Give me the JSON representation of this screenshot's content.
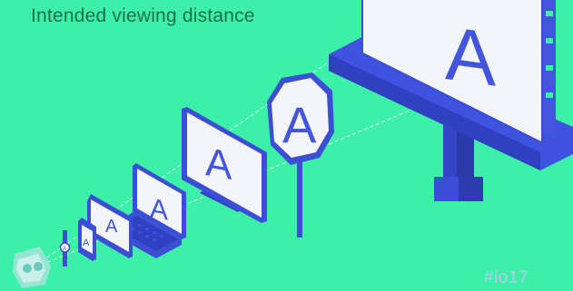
{
  "slide": {
    "title": "Intended viewing distance",
    "hashtag": "#io17"
  },
  "devices": [
    {
      "kind": "smartwatch",
      "glyph": "A"
    },
    {
      "kind": "phone",
      "glyph": "A"
    },
    {
      "kind": "tablet",
      "glyph": "A"
    },
    {
      "kind": "laptop",
      "glyph": "A"
    },
    {
      "kind": "desktop-monitor",
      "glyph": "A"
    },
    {
      "kind": "road-sign",
      "glyph": "A"
    },
    {
      "kind": "billboard",
      "glyph": "A"
    }
  ],
  "colors": {
    "background": "#3df0a8",
    "device_blue": "#4455dd",
    "device_dark": "#2f3fb8",
    "screen_white": "#f4f5fb",
    "title_text": "#1e6f4c"
  },
  "icons": {
    "viewer": "vr-headset-icon"
  }
}
